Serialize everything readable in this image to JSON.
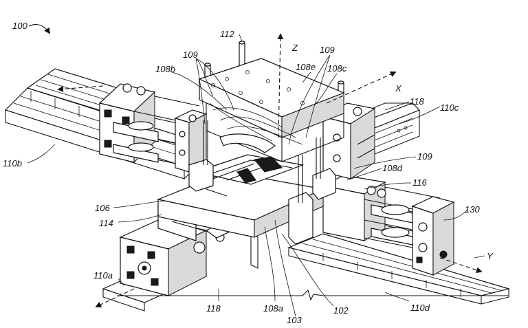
{
  "figure": {
    "labels": {
      "l100": "100",
      "l112": "112",
      "lz": "Z",
      "l109a": "109",
      "l109b": "109",
      "l108b": "108b",
      "l108e": "108e",
      "l108c": "108c",
      "lx": "X",
      "l118a": "118",
      "l110c": "110c",
      "l110b": "110b",
      "l109c": "109",
      "l108d": "108d",
      "l116": "116",
      "l130": "130",
      "l106": "106",
      "l114": "114",
      "ly": "Y",
      "l110a": "110a",
      "l118b": "118",
      "l108a": "108a",
      "l102": "102",
      "l103": "103",
      "l110d": "110d"
    }
  }
}
